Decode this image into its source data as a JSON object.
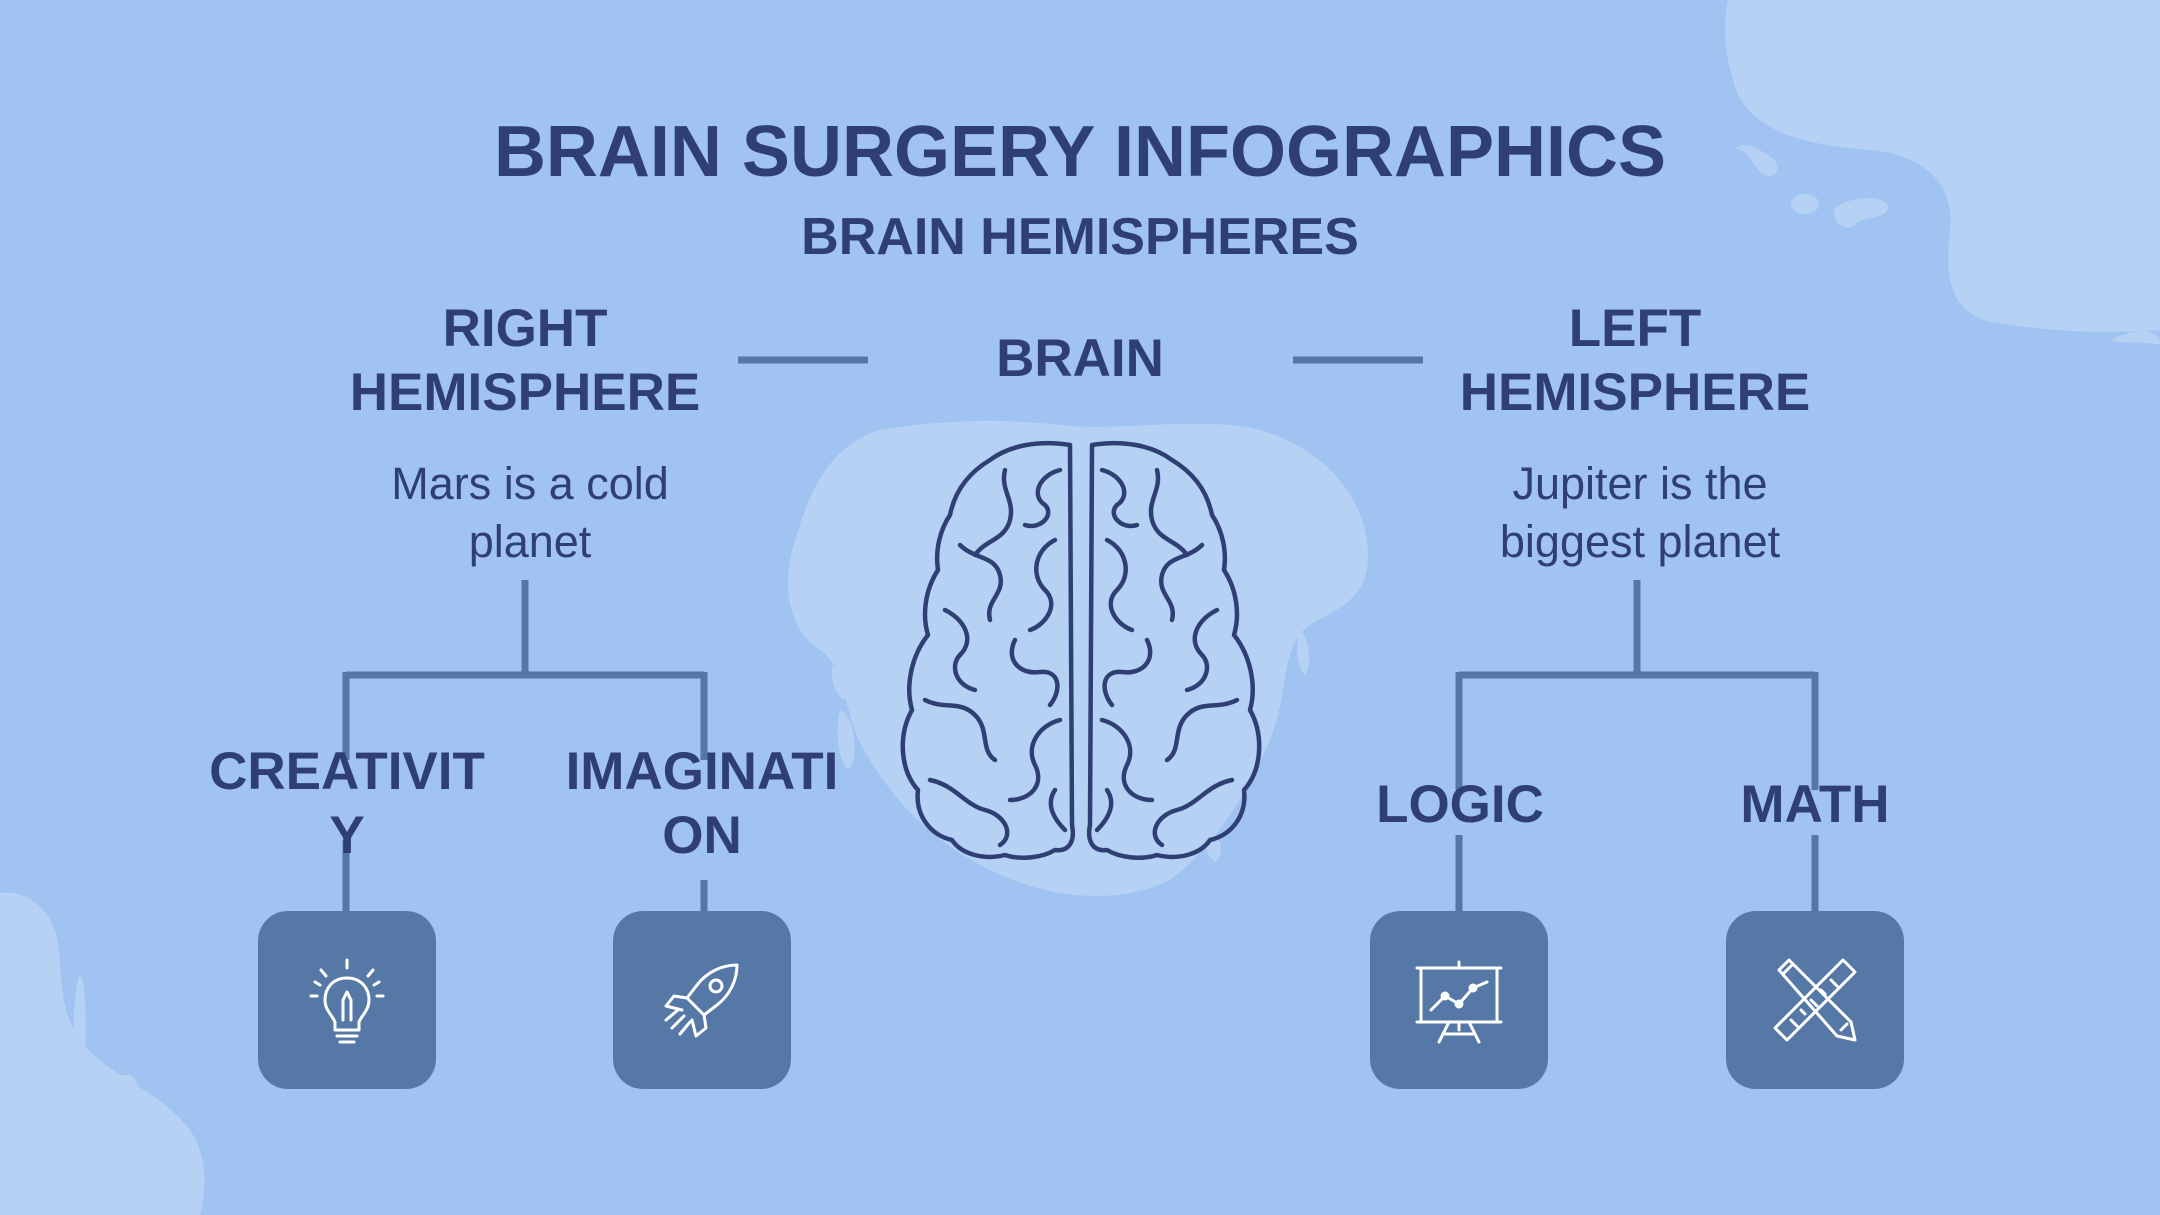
{
  "title": "BRAIN SURGERY INFOGRAPHICS",
  "subtitle": "BRAIN HEMISPHERES",
  "center": {
    "label": "BRAIN"
  },
  "right_hemisphere": {
    "title": "RIGHT HEMISPHERE",
    "description": "Mars is a cold planet",
    "items": [
      {
        "label": "CREATIVITY",
        "icon": "lightbulb-icon"
      },
      {
        "label": "IMAGINATION",
        "icon": "rocket-icon"
      }
    ]
  },
  "left_hemisphere": {
    "title": "LEFT HEMISPHERE",
    "description": "Jupiter is the biggest planet",
    "items": [
      {
        "label": "LOGIC",
        "icon": "presentation-chart-icon"
      },
      {
        "label": "MATH",
        "icon": "ruler-pencil-icon"
      }
    ]
  },
  "colors": {
    "background": "#a0c3f1",
    "blob_light": "#b5d2f5",
    "text": "#2f3f73",
    "connector": "#5577a6",
    "icon_box": "#5578a7"
  }
}
